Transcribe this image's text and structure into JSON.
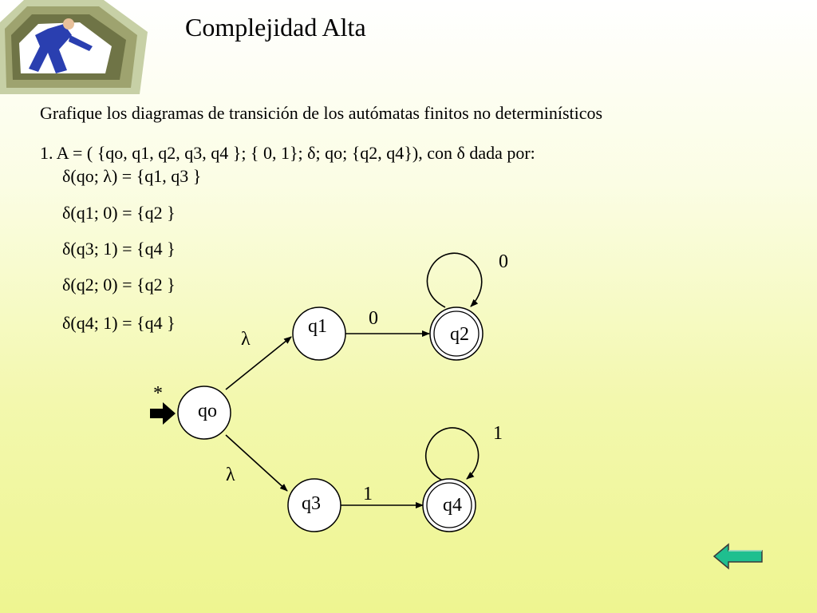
{
  "slide": {
    "title": "Complejidad Alta",
    "instruction": "Grafique los diagramas de transición de los autómatas finitos no determinísticos",
    "definition": "1. A = ( {qo, q1, q2,  q3, q4 }; { 0, 1}; δ; qo; {q2, q4}),  con δ dada por:",
    "transitions": [
      "δ(qo; λ) = {q1, q3 }",
      "δ(q1; 0) = {q2 }",
      "δ(q3; 1) = {q4 }",
      "δ(q2; 0) = {q2 }",
      "δ(q4; 1) = {q4 }"
    ]
  },
  "chart_data": {
    "type": "diagram",
    "states": [
      {
        "id": "qo",
        "label": "qo",
        "initial": true,
        "final": false
      },
      {
        "id": "q1",
        "label": "q1",
        "initial": false,
        "final": false
      },
      {
        "id": "q2",
        "label": "q2",
        "initial": false,
        "final": true
      },
      {
        "id": "q3",
        "label": "q3",
        "initial": false,
        "final": false
      },
      {
        "id": "q4",
        "label": "q4",
        "initial": false,
        "final": true
      }
    ],
    "edges": [
      {
        "from": "qo",
        "to": "q1",
        "label": "λ"
      },
      {
        "from": "qo",
        "to": "q3",
        "label": "λ"
      },
      {
        "from": "q1",
        "to": "q2",
        "label": "0"
      },
      {
        "from": "q3",
        "to": "q4",
        "label": "1"
      },
      {
        "from": "q2",
        "to": "q2",
        "label": "0"
      },
      {
        "from": "q4",
        "to": "q4",
        "label": "1"
      }
    ],
    "initial_marker": "*"
  },
  "icons": {
    "clipart": "running-man-clipart",
    "start_arrow": "right-arrow-icon",
    "back_button": "left-arrow-icon"
  },
  "colors": {
    "clipart_figure": "#2a3fb0",
    "back_button_fill": "#1fbf8f"
  }
}
